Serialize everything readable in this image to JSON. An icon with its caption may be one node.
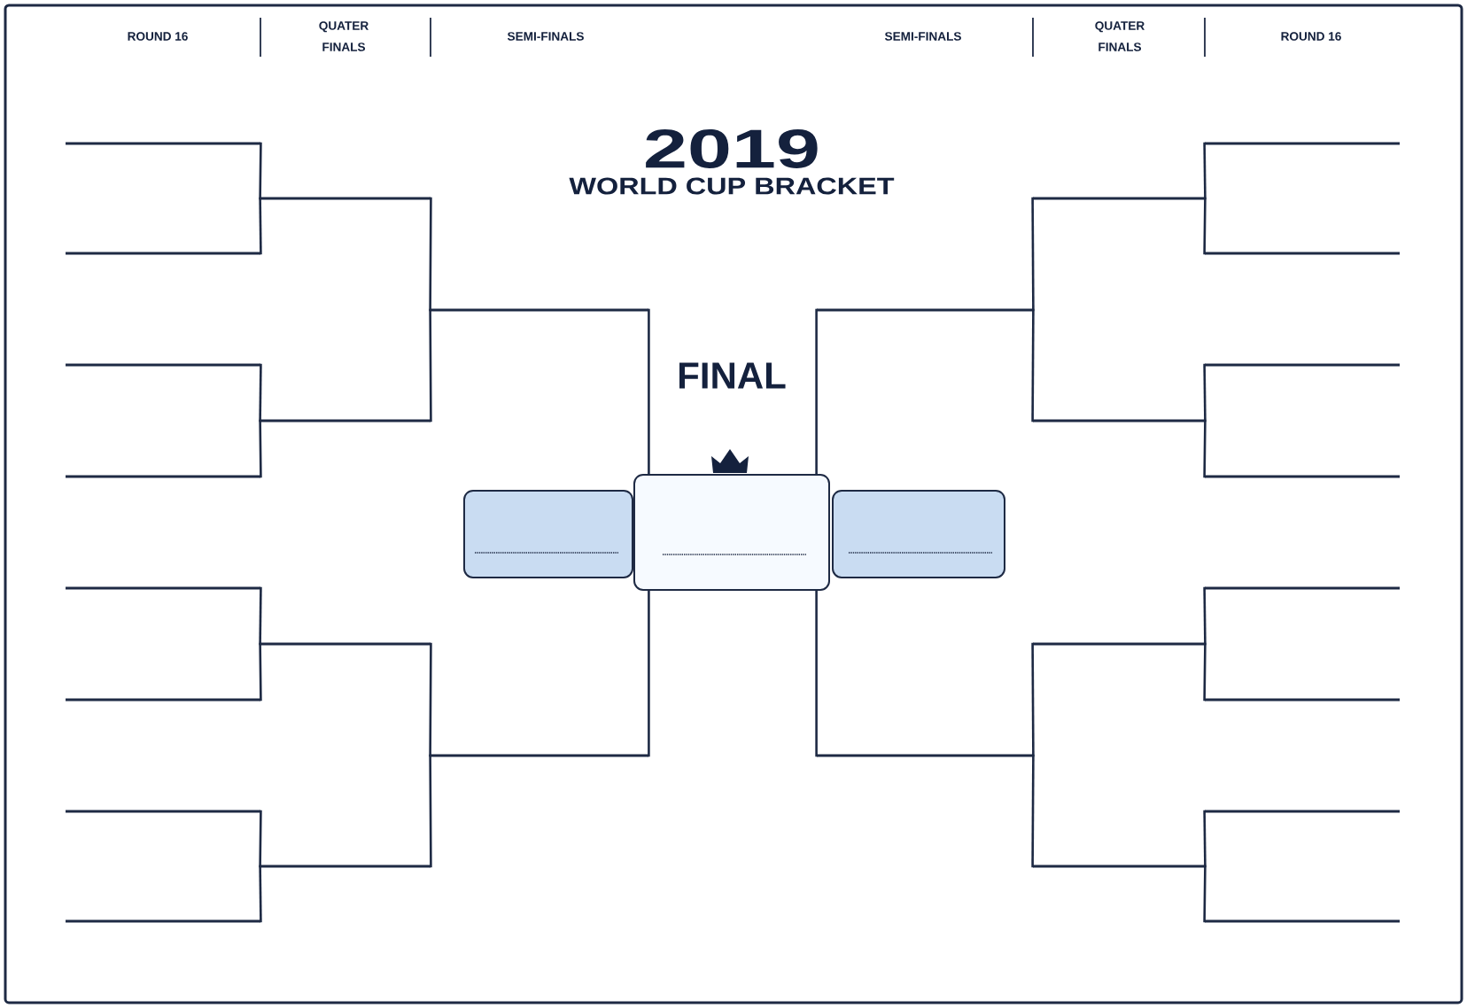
{
  "diagram": {
    "title": "2019",
    "nodes": [
      {
        "text": [],
        "shape": "line"
      },
      {
        "text": [],
        "shape": "line"
      },
      {
        "text": [],
        "shape": "line"
      },
      {
        "text": [],
        "shape": "line"
      },
      {
        "text": [],
        "shape": "line"
      },
      {
        "text": [],
        "shape": "line"
      },
      {
        "text": [],
        "shape": "line"
      },
      {
        "text": [],
        "shape": "line"
      },
      {
        "text": [],
        "shape": "line"
      },
      {
        "text": [],
        "shape": "line"
      },
      {
        "text": [],
        "shape": "line"
      },
      {
        "text": [],
        "shape": "line"
      },
      {
        "text": [],
        "shape": "line"
      },
      {
        "text": [],
        "shape": "line"
      },
      {
        "text": [],
        "shape": "box"
      },
      {
        "text": [],
        "shape": "box"
      },
      {
        "text": [],
        "shape": "box"
      },
      {
        "text": [],
        "shape": "line"
      },
      {
        "text": [],
        "shape": "line"
      },
      {
        "text": [],
        "shape": "line"
      },
      {
        "text": [],
        "shape": "line"
      },
      {
        "text": [],
        "shape": "line"
      },
      {
        "text": [],
        "shape": "line"
      },
      {
        "text": [],
        "shape": "line"
      },
      {
        "text": [],
        "shape": "line"
      },
      {
        "text": [],
        "shape": "line"
      },
      {
        "text": [],
        "shape": "line"
      },
      {
        "text": [],
        "shape": "line"
      },
      {
        "text": [],
        "shape": "line"
      },
      {
        "text": [],
        "shape": "line"
      },
      {
        "text": [],
        "shape": "line"
      }
    ],
    "edges": [
      {
        "from": 0,
        "to": 8,
        "arrow": "none"
      },
      {
        "from": 1,
        "to": 8,
        "arrow": "none"
      },
      {
        "from": 2,
        "to": 9,
        "arrow": "none"
      },
      {
        "from": 3,
        "to": 9,
        "arrow": "none"
      },
      {
        "from": 4,
        "to": 10,
        "arrow": "none"
      },
      {
        "from": 5,
        "to": 10,
        "arrow": "none"
      },
      {
        "from": 6,
        "to": 11,
        "arrow": "none"
      },
      {
        "from": 7,
        "to": 11,
        "arrow": "none"
      },
      {
        "from": 8,
        "to": 12,
        "arrow": "none"
      },
      {
        "from": 9,
        "to": 12,
        "arrow": "none"
      },
      {
        "from": 10,
        "to": 13,
        "arrow": "none"
      },
      {
        "from": 11,
        "to": 13,
        "arrow": "none"
      },
      {
        "from": 12,
        "to": 15,
        "arrow": "none"
      },
      {
        "from": 13,
        "to": 15,
        "arrow": "none"
      },
      {
        "from": 17,
        "to": 15,
        "arrow": "none"
      },
      {
        "from": 18,
        "to": 15,
        "arrow": "none"
      },
      {
        "from": 19,
        "to": 17,
        "arrow": "none"
      },
      {
        "from": 20,
        "to": 17,
        "arrow": "none"
      },
      {
        "from": 21,
        "to": 18,
        "arrow": "none"
      },
      {
        "from": 22,
        "to": 18,
        "arrow": "none"
      },
      {
        "from": 23,
        "to": 19,
        "arrow": "none"
      },
      {
        "from": 24,
        "to": 19,
        "arrow": "none"
      },
      {
        "from": 25,
        "to": 20,
        "arrow": "none"
      },
      {
        "from": 26,
        "to": 20,
        "arrow": "none"
      },
      {
        "from": 27,
        "to": 21,
        "arrow": "none"
      },
      {
        "from": 28,
        "to": 21,
        "arrow": "none"
      },
      {
        "from": 29,
        "to": 22,
        "arrow": "none"
      },
      {
        "from": 30,
        "to": 22,
        "arrow": "none"
      }
    ],
    "labels": [
      "ROUND 16",
      "QUATER FINALS",
      "SEMI-FINALS",
      "SEMI-FINALS",
      "QUATER FINALS",
      "ROUND 16",
      "WORLD CUP BRACKET",
      "FINAL"
    ]
  }
}
